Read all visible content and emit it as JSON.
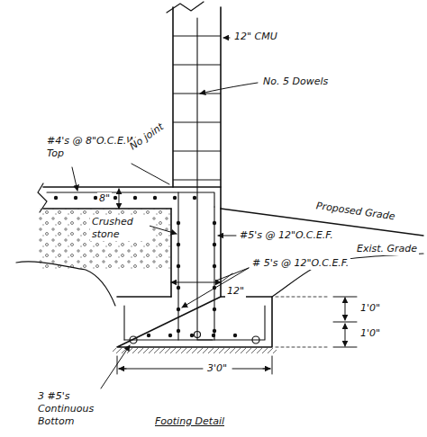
{
  "diagram": {
    "caption": "Footing Detail",
    "labels": [
      "12\" CMU",
      "#4's @ 8\"O.C.E.W Top",
      "No joint",
      "No. 5 Dowels",
      "Proposed Grade",
      "8\"",
      "Crushed stone",
      "12\"",
      "#5's @ 12\"O.C.E.F.",
      "# 5's @ 12\"O.C.E.F.",
      "1'0\"",
      "1'0\"",
      "Exist. Grade",
      "3'0\"",
      "3 #5's Continuous Bottom"
    ]
  }
}
